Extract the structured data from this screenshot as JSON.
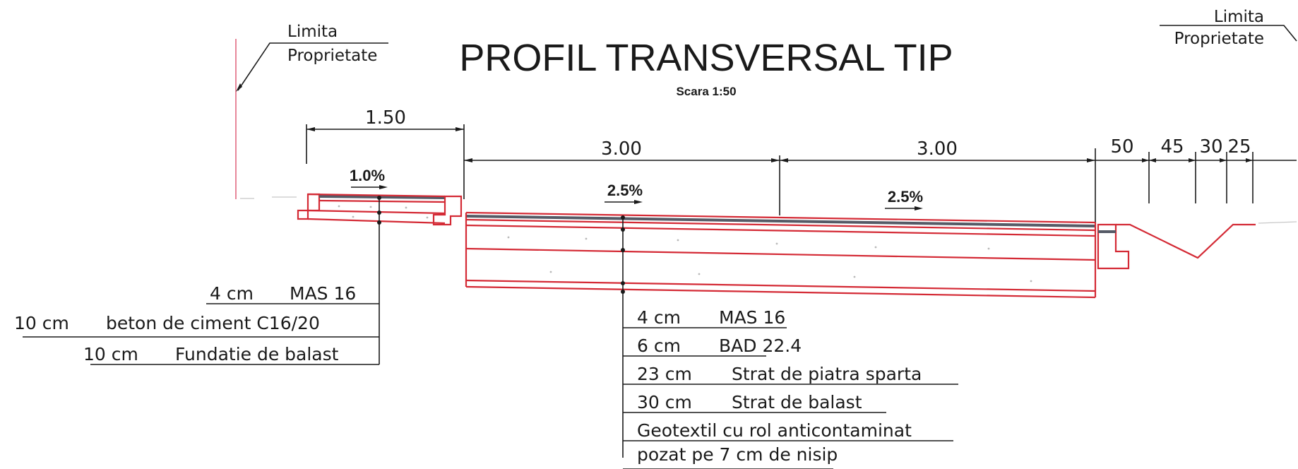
{
  "title": "PROFIL TRANSVERSAL TIP",
  "scale": "Scara 1:50",
  "property_limit_left": {
    "line1": "Limita",
    "line2": "Proprietate"
  },
  "property_limit_right": {
    "line1": "Limita",
    "line2": "Proprietate"
  },
  "dimensions": {
    "sidewalk": "1.50",
    "lane_left": "3.00",
    "lane_right": "3.00",
    "d50": "50",
    "d45": "45",
    "d30": "30",
    "d25": "25"
  },
  "slopes": {
    "sidewalk": "1.0%",
    "lane_left": "2.5%",
    "lane_right": "2.5%"
  },
  "sidewalk_layers": [
    {
      "thickness": "4 cm",
      "material": "MAS 16"
    },
    {
      "thickness": "10 cm",
      "material": "beton de ciment C16/20"
    },
    {
      "thickness": "10 cm",
      "material": "Fundatie de balast"
    }
  ],
  "road_layers": [
    {
      "thickness": "4 cm",
      "material": "MAS 16"
    },
    {
      "thickness": "6 cm",
      "material": "BAD 22.4"
    },
    {
      "thickness": "23 cm",
      "material": "Strat de piatra sparta"
    },
    {
      "thickness": "30 cm",
      "material": "Strat de balast"
    }
  ],
  "geotextile": {
    "line1": "Geotextil cu rol anticontaminat",
    "line2": "pozat pe 7 cm de nisip"
  },
  "colors": {
    "structure": "#d42a35",
    "property_line": "#e7879a",
    "ink": "#1a1a1a",
    "asphalt": "#555a66"
  }
}
